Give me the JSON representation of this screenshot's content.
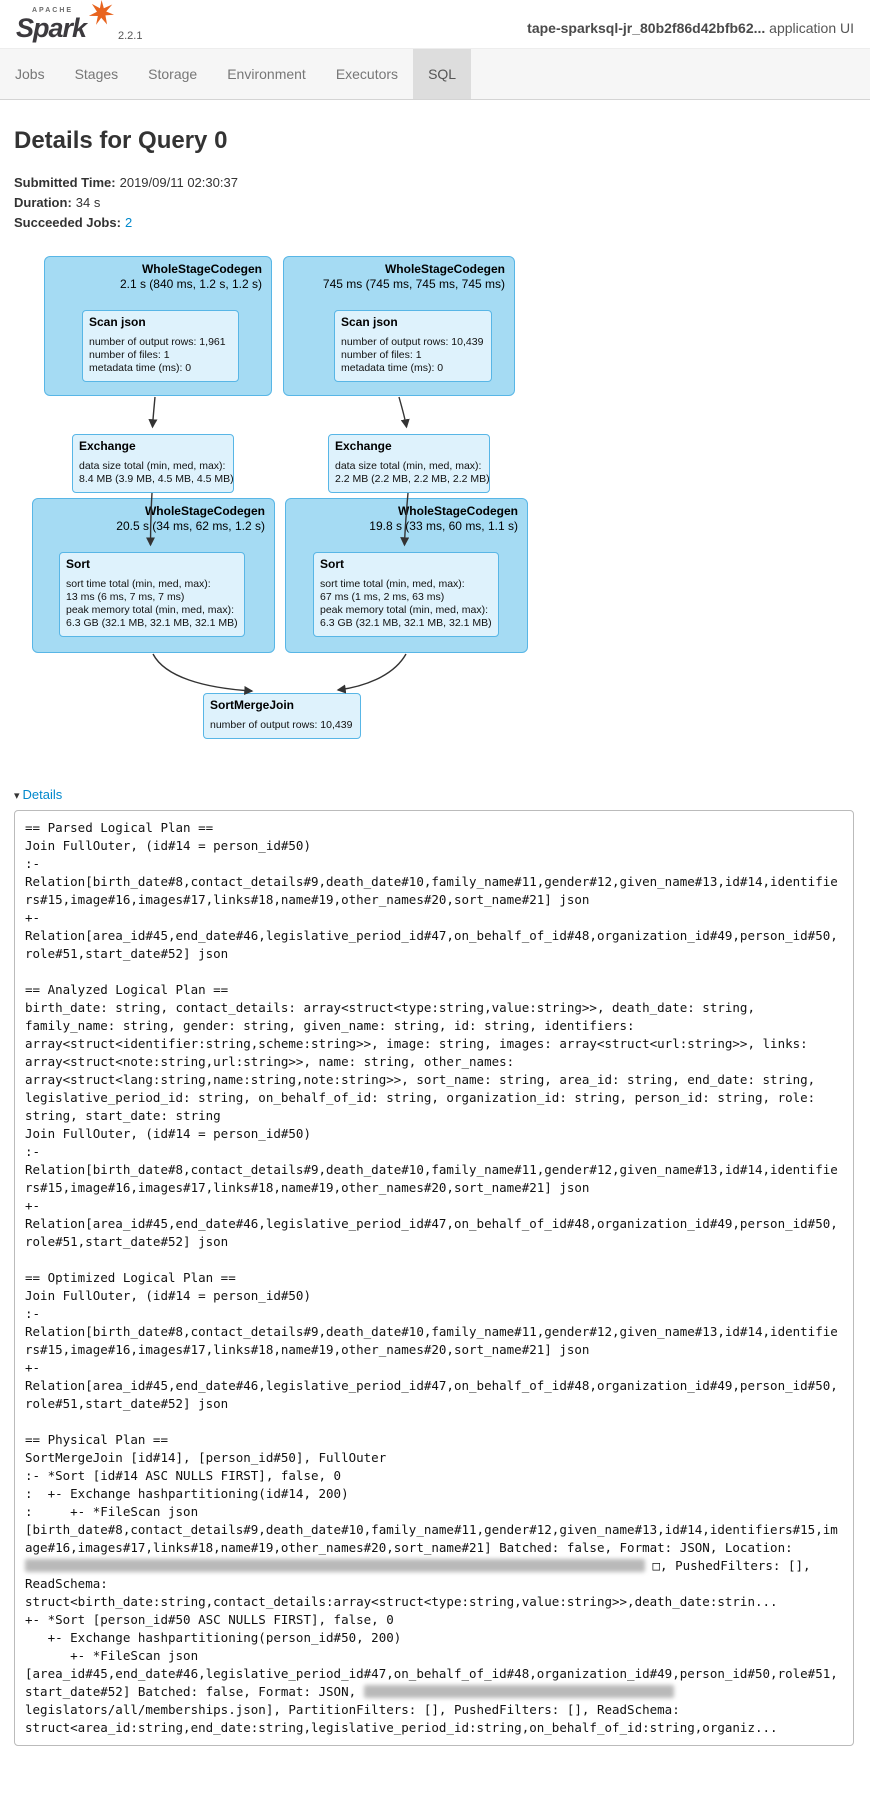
{
  "header": {
    "logo_apache": "APACHE",
    "logo_word": "Spark",
    "version": "2.2.1",
    "app_name": "tape-sparksql-jr_80b2f86d42bfb62...",
    "app_suffix": " application UI"
  },
  "nav": {
    "tabs": [
      {
        "label": "Jobs"
      },
      {
        "label": "Stages"
      },
      {
        "label": "Storage"
      },
      {
        "label": "Environment"
      },
      {
        "label": "Executors"
      },
      {
        "label": "SQL"
      }
    ]
  },
  "query": {
    "title": "Details for Query 0",
    "submitted_label": "Submitted Time:",
    "submitted_value": "2019/09/11 02:30:37",
    "duration_label": "Duration:",
    "duration_value": "34 s",
    "jobs_label": "Succeeded Jobs:",
    "jobs_value": "2"
  },
  "dag": {
    "codegen_tl": {
      "title": "WholeStageCodegen",
      "time": "2.1 s (840 ms, 1.2 s, 1.2 s)",
      "op": {
        "title": "Scan json",
        "line1": "number of output rows: 1,961",
        "line2": "number of files: 1",
        "line3": "metadata time (ms): 0"
      }
    },
    "codegen_tr": {
      "title": "WholeStageCodegen",
      "time": "745 ms (745 ms, 745 ms, 745 ms)",
      "op": {
        "title": "Scan json",
        "line1": "number of output rows: 10,439",
        "line2": "number of files: 1",
        "line3": "metadata time (ms): 0"
      }
    },
    "exchange_left": {
      "title": "Exchange",
      "line1": "data size total (min, med, max):",
      "line2": "8.4 MB (3.9 MB, 4.5 MB, 4.5 MB)"
    },
    "exchange_right": {
      "title": "Exchange",
      "line1": "data size total (min, med, max):",
      "line2": "2.2 MB (2.2 MB, 2.2 MB, 2.2 MB)"
    },
    "codegen_bl": {
      "title": "WholeStageCodegen",
      "time": "20.5 s (34 ms, 62 ms, 1.2 s)",
      "op": {
        "title": "Sort",
        "line1": "sort time total (min, med, max):",
        "line2": "13 ms (6 ms, 7 ms, 7 ms)",
        "line3": "peak memory total (min, med, max):",
        "line4": "6.3 GB (32.1 MB, 32.1 MB, 32.1 MB)"
      }
    },
    "codegen_br": {
      "title": "WholeStageCodegen",
      "time": "19.8 s (33 ms, 60 ms, 1.1 s)",
      "op": {
        "title": "Sort",
        "line1": "sort time total (min, med, max):",
        "line2": "67 ms (1 ms, 2 ms, 63 ms)",
        "line3": "peak memory total (min, med, max):",
        "line4": "6.3 GB (32.1 MB, 32.1 MB, 32.1 MB)"
      }
    },
    "join": {
      "title": "SortMergeJoin",
      "line1": "number of output rows: 10,439"
    }
  },
  "details": {
    "toggle_label": "Details",
    "plan_part1": "== Parsed Logical Plan ==\nJoin FullOuter, (id#14 = person_id#50)\n:- Relation[birth_date#8,contact_details#9,death_date#10,family_name#11,gender#12,given_name#13,id#14,identifiers#15,image#16,images#17,links#18,name#19,other_names#20,sort_name#21] json\n+- Relation[area_id#45,end_date#46,legislative_period_id#47,on_behalf_of_id#48,organization_id#49,person_id#50,role#51,start_date#52] json\n\n== Analyzed Logical Plan ==\nbirth_date: string, contact_details: array<struct<type:string,value:string>>, death_date: string, family_name: string, gender: string, given_name: string, id: string, identifiers: array<struct<identifier:string,scheme:string>>, image: string, images: array<struct<url:string>>, links: array<struct<note:string,url:string>>, name: string, other_names: array<struct<lang:string,name:string,note:string>>, sort_name: string, area_id: string, end_date: string, legislative_period_id: string, on_behalf_of_id: string, organization_id: string, person_id: string, role: string, start_date: string\nJoin FullOuter, (id#14 = person_id#50)\n:- Relation[birth_date#8,contact_details#9,death_date#10,family_name#11,gender#12,given_name#13,id#14,identifiers#15,image#16,images#17,links#18,name#19,other_names#20,sort_name#21] json\n+- Relation[area_id#45,end_date#46,legislative_period_id#47,on_behalf_of_id#48,organization_id#49,person_id#50,role#51,start_date#52] json\n\n== Optimized Logical Plan ==\nJoin FullOuter, (id#14 = person_id#50)\n:- Relation[birth_date#8,contact_details#9,death_date#10,family_name#11,gender#12,given_name#13,id#14,identifiers#15,image#16,images#17,links#18,name#19,other_names#20,sort_name#21] json\n+- Relation[area_id#45,end_date#46,legislative_period_id#47,on_behalf_of_id#48,organization_id#49,person_id#50,role#51,start_date#52] json\n\n== Physical Plan ==\nSortMergeJoin [id#14], [person_id#50], FullOuter\n:- *Sort [id#14 ASC NULLS FIRST], false, 0\n:  +- Exchange hashpartitioning(id#14, 200)\n:     +- *FileScan json [birth_date#8,contact_details#9,death_date#10,family_name#11,gender#12,given_name#13,id#14,identifiers#15,image#16,images#17,links#18,name#19,other_names#20,sort_name#21] Batched: false, Format: JSON, Location: ",
    "plan_part2": " □, PushedFilters: [], ReadSchema: struct<birth_date:string,contact_details:array<struct<type:string,value:string>>,death_date:strin...\n+- *Sort [person_id#50 ASC NULLS FIRST], false, 0\n   +- Exchange hashpartitioning(person_id#50, 200)\n      +- *FileScan json [area_id#45,end_date#46,legislative_period_id#47,on_behalf_of_id#48,organization_id#49,person_id#50,role#51,start_date#52] Batched: false, Format: JSON, ",
    "plan_part3": "legislators/all/memberships.json], PartitionFilters: [], PushedFilters: [], ReadSchema: struct<area_id:string,end_date:string,legislative_period_id:string,on_behalf_of_id:string,organiz..."
  },
  "colors": {
    "link": "#0088cc",
    "cluster_fill": "#a5dbf3",
    "cluster_border": "#58b6e6",
    "node_fill": "#def2fc",
    "logo_orange": "#e8641f",
    "active_tab": "#dddddd"
  }
}
